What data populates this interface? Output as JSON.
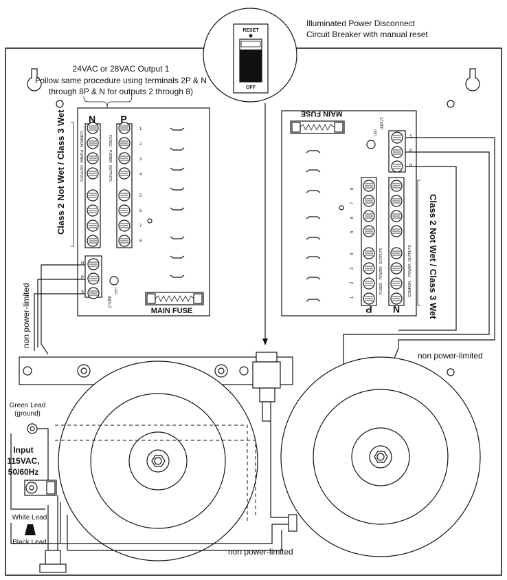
{
  "callouts": {
    "breaker_title_line1": "Illuminated Power Disconnect",
    "breaker_title_line2": "Circuit Breaker with manual reset",
    "breaker_reset": "RESET",
    "breaker_off": "OFF",
    "output_note_line1": "24VAC or 28VAC Output 1",
    "output_note_line2": "Follow same procedure using terminals 2P & N",
    "output_note_line3": "through 8P & N for outputs 2 through 8)",
    "class_left": "Class 2 Not Wet / Class 3 Wet",
    "class_right": "Class 2 Not Wet / Class 3 Wet",
    "non_power_limited_left": "non power-limited",
    "non_power_limited_right": "non power-limited",
    "non_power_limited_bottom": "non power-limited",
    "green_lead_line1": "Green Lead",
    "green_lead_line2": "(ground)",
    "input_line1": "Input",
    "input_line2": "115VAC,",
    "input_line3": "50/60Hz",
    "white_lead": "White Lead",
    "black_lead": "Black Lead"
  },
  "left_board": {
    "header_n": "N",
    "header_p": "P",
    "side_fused": "FUSED",
    "side_power": "POWER",
    "side_outputs": "OUTPUTS",
    "side_common": "COMMON",
    "side_power2": "POWER",
    "side_outputs2": "OUTPUTS",
    "output_numbers": [
      "1",
      "2",
      "3",
      "4",
      "5",
      "6",
      "7",
      "8"
    ],
    "input_n": "N",
    "input_p": "P",
    "input_s": "S",
    "led": "LED",
    "input": "INPUT",
    "main_fuse": "MAIN FUSE"
  },
  "right_board": {
    "header_p": "P",
    "header_n": "N",
    "output_numbers": [
      "1",
      "2",
      "3",
      "4",
      "5",
      "6",
      "7",
      "8"
    ],
    "side_fused": "FUSED",
    "side_power": "POWER",
    "side_outputs": "OUTPUTS",
    "side_common": "COMMON",
    "side_power2": "POWER",
    "side_outputs2": "OUTPUTS",
    "input_s": "S",
    "input_p": "P",
    "input_n": "N",
    "led": "LED",
    "input": "INPUT",
    "main_fuse": "MAIN FUSE"
  },
  "colors": {
    "ink": "#111111",
    "paper": "#ffffff"
  }
}
